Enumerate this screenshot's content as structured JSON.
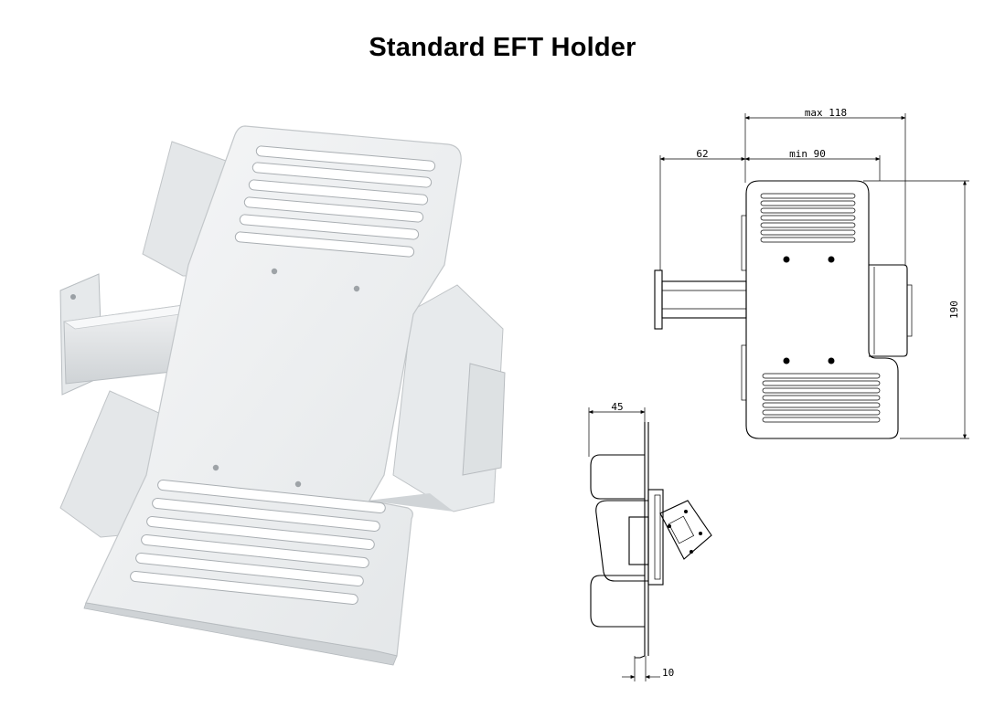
{
  "title": "Standard EFT Holder",
  "dimensions": {
    "max_width": "max 118",
    "arm_length": "62",
    "min_width": "min 90",
    "height": "190",
    "side_depth": "45",
    "plate_offset": "10"
  },
  "colors": {
    "background": "#ffffff",
    "product_fill": "#eef0f1",
    "product_shadow": "#c9cdd0",
    "line": "#000000"
  }
}
